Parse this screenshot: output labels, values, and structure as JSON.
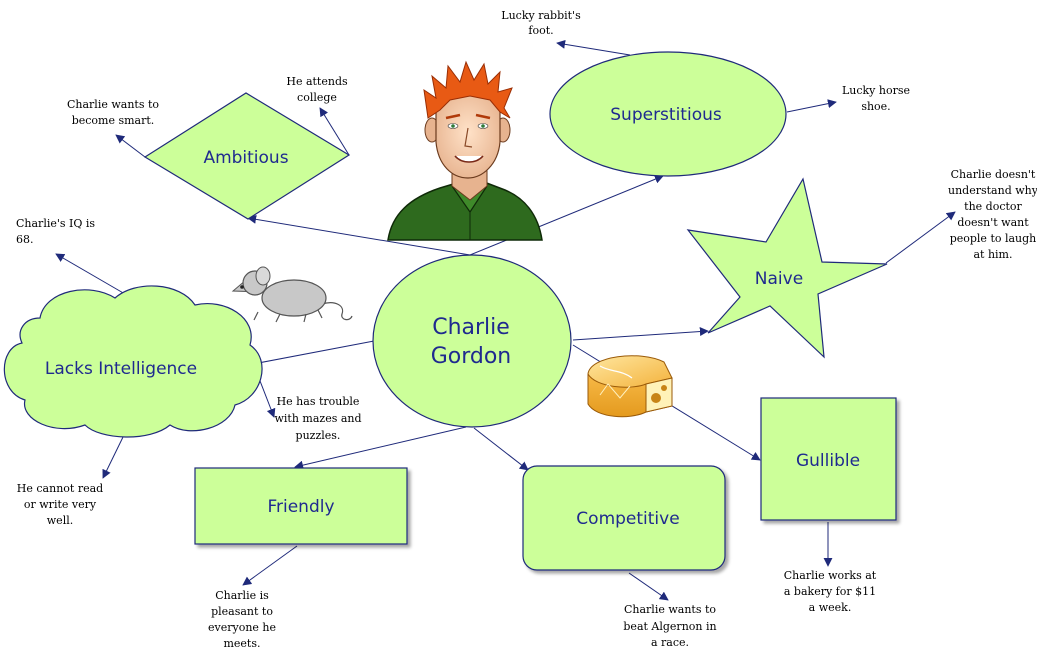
{
  "center": {
    "line1": "Charlie",
    "line2": "Gordon"
  },
  "nodes": {
    "ambitious": "Ambitious",
    "superstitious": "Superstitious",
    "naive": "Naive",
    "lacks_intelligence": "Lacks Intelligence",
    "friendly": "Friendly",
    "competitive": "Competitive",
    "gullible": "Gullible"
  },
  "notes": {
    "rabbit_foot": [
      "Lucky rabbit's",
      "foot."
    ],
    "horse_shoe": [
      "Lucky horse",
      "shoe."
    ],
    "smart": [
      "Charlie wants to",
      "become smart."
    ],
    "college": [
      "He attends",
      "college"
    ],
    "iq": [
      "Charlie's IQ is",
      "68."
    ],
    "doctor": [
      "Charlie doesn't",
      "understand why",
      "the doctor",
      "doesn't want",
      "people to laugh",
      "at him."
    ],
    "mazes": [
      "He has trouble",
      "with mazes and",
      "puzzles."
    ],
    "read": [
      "He cannot read",
      "or write very",
      "well."
    ],
    "pleasant": [
      "Charlie is",
      "pleasant to",
      "everyone he",
      "meets."
    ],
    "algernon": [
      "Charlie wants to",
      "beat Algernon in",
      "a race."
    ],
    "bakery": [
      "Charlie works at",
      "a bakery for $11",
      "a week."
    ]
  },
  "colors": {
    "node_fill": "#ccff99",
    "outline": "#1f2a7a",
    "text": "#1f2a8f"
  },
  "icons": [
    "charlie-portrait-icon",
    "mouse-icon",
    "cheese-icon"
  ]
}
